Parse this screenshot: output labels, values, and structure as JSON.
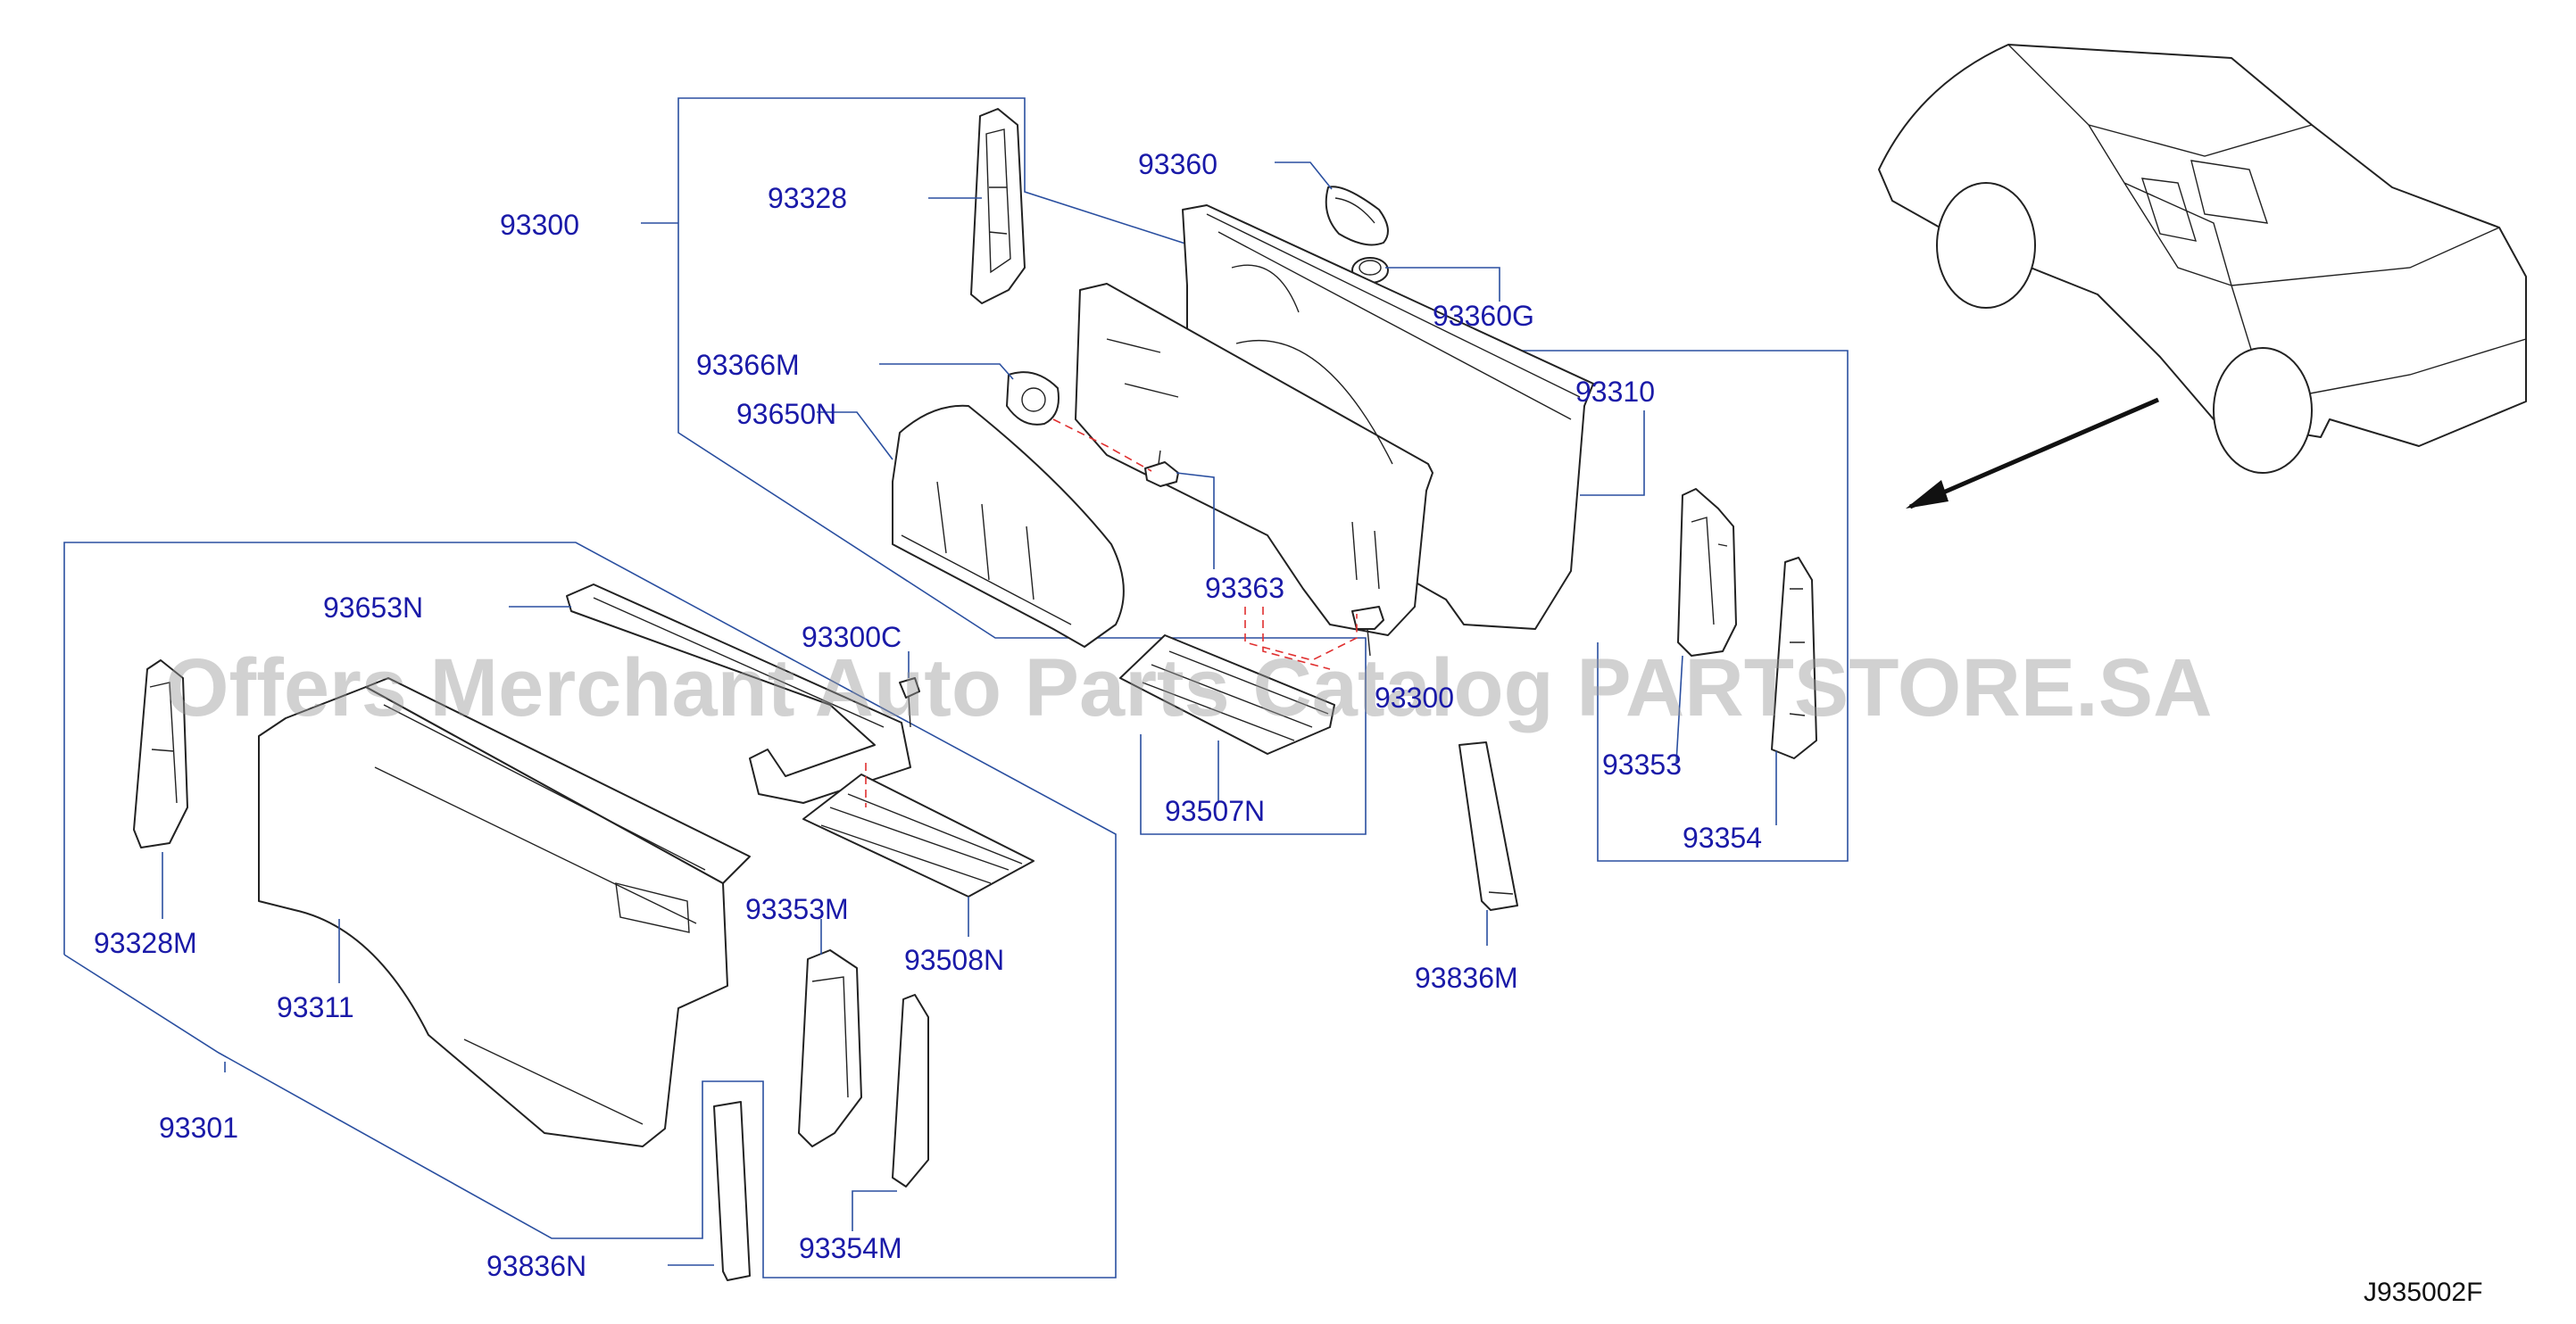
{
  "labels": {
    "l93300": "93300",
    "l93328": "93328",
    "l93360": "93360",
    "l93360G": "93360G",
    "l93366M": "93366M",
    "l93650N": "93650N",
    "l93310": "93310",
    "l93363": "93363",
    "l93653N": "93653N",
    "l93300C": "93300C",
    "l93300x": "93300",
    "l93353": "93353",
    "l93354": "93354",
    "l93507N": "93507N",
    "l93508N": "93508N",
    "l93353M": "93353M",
    "l93836M": "93836M",
    "l93328M": "93328M",
    "l93311": "93311",
    "l93301": "93301",
    "l93354M": "93354M",
    "l93836N": "93836N"
  },
  "diagram_code": "J935002F",
  "watermark": "Offers Merchant Auto Parts Catalog PARTSTORE.SA",
  "colors": {
    "label": "#1a1aa8",
    "leader": "#2a4fa0",
    "dashed": "#e03030",
    "lineart": "#222222"
  }
}
